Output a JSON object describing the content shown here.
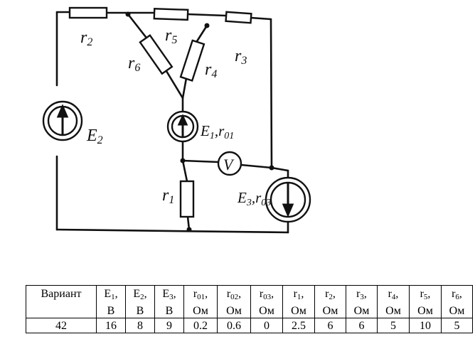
{
  "diagram": {
    "labels": {
      "r1": "r",
      "r1_sub": "1",
      "r2": "r",
      "r2_sub": "2",
      "r3": "r",
      "r3_sub": "3",
      "r4": "r",
      "r4_sub": "4",
      "r5": "r",
      "r5_sub": "5",
      "r6": "r",
      "r6_sub": "6",
      "e2": "E",
      "e2_sub": "2",
      "e1": "E",
      "e1_sub": "1",
      "e1_sep": ",r",
      "e1_r_sub": "01",
      "e3": "E",
      "e3_sub": "3",
      "e3_sep": ",r",
      "e3_r_sub": "03",
      "voltmeter": "V"
    }
  },
  "table": {
    "variant_header": "Вариант",
    "columns": [
      {
        "sym": "E",
        "sub": "1",
        "unit": "В"
      },
      {
        "sym": "E",
        "sub": "2",
        "unit": "В"
      },
      {
        "sym": "E",
        "sub": "3",
        "unit": "В"
      },
      {
        "sym": "r",
        "sub": "01",
        "unit": "Ом"
      },
      {
        "sym": "r",
        "sub": "02",
        "unit": "Ом"
      },
      {
        "sym": "r",
        "sub": "03",
        "unit": "Ом"
      },
      {
        "sym": "r",
        "sub": "1",
        "unit": "Ом"
      },
      {
        "sym": "r",
        "sub": "2",
        "unit": "Ом"
      },
      {
        "sym": "r",
        "sub": "3",
        "unit": "Ом"
      },
      {
        "sym": "r",
        "sub": "4",
        "unit": "Ом"
      },
      {
        "sym": "r",
        "sub": "5",
        "unit": "Ом"
      },
      {
        "sym": "r",
        "sub": "6",
        "unit": "Ом"
      }
    ],
    "rows": [
      {
        "variant": "42",
        "values": [
          "16",
          "8",
          "9",
          "0.2",
          "0.6",
          "0",
          "2.5",
          "6",
          "6",
          "5",
          "10",
          "5"
        ]
      }
    ]
  }
}
